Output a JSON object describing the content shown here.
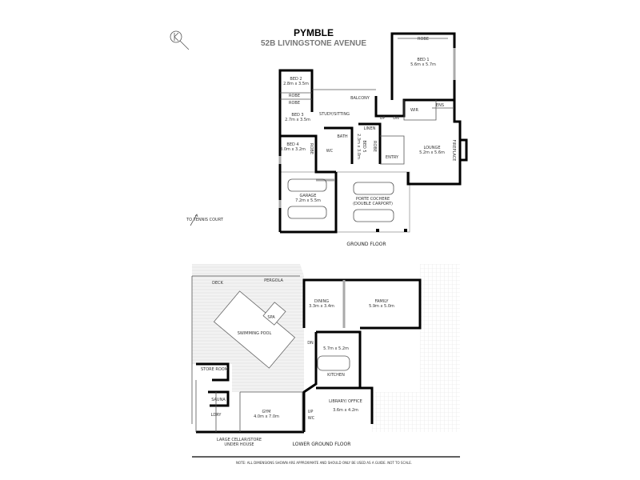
{
  "header": {
    "title": "PYMBLE",
    "address": "52B LIVINGSTONE AVENUE"
  },
  "compass": {
    "label": "N",
    "icon": "compass-icon"
  },
  "ground_floor": {
    "label": "GROUND FLOOR",
    "rooms": {
      "bed1": {
        "name": "BED 1",
        "size": "5.6m x 5.7m"
      },
      "bed1_robe": "ROBE",
      "bed2": {
        "name": "BED 2",
        "size": "2.8m x 3.5m"
      },
      "robe2": "ROBE",
      "robe3": "ROBE",
      "bed3": {
        "name": "BED 3",
        "size": "2.7m x 3.5m"
      },
      "study": "STUDY/SITTING",
      "balcony": "BALCONY",
      "wir": "WIR",
      "ens": "ENS",
      "linen": "LINEN",
      "bath": "BATH",
      "bed4": {
        "name": "BED 4",
        "size": "3.0m x 3.2m"
      },
      "robe4": "ROBE",
      "wc": "WC",
      "bed5": {
        "name": "BED 5",
        "size": "2.3m x 3.0m"
      },
      "robe5": "ROBE",
      "entry": "ENTRY",
      "lounge": {
        "name": "LOUNGE",
        "size": "5.2m x 5.6m"
      },
      "fireplace": "FIREPLACE",
      "garage": {
        "name": "GARAGE",
        "size": "7.2m x 5.5m"
      },
      "porte": {
        "name": "PORTE COCHERE",
        "size": "(DOUBLE CARPORT)"
      },
      "up": "UP",
      "dn": "DN"
    }
  },
  "lower_ground_floor": {
    "label": "LOWER GROUND FLOOR",
    "to_tennis": "TO TENNIS COURT",
    "rooms": {
      "deck": "DECK",
      "pergola": "PERGOLA",
      "spa": "SPA",
      "pool": "SWIMMING POOL",
      "dining": {
        "name": "DINING",
        "size": "3.3m x 3.4m"
      },
      "family": {
        "name": "FAMILY",
        "size": "5.9m x 5.0m"
      },
      "kitchen": {
        "name": "KITCHEN",
        "size": "5.7m x 5.2m"
      },
      "library": {
        "name": "LIBRARY/ OFFICE",
        "size": "3.6m x 4.2m"
      },
      "store": "STORE ROOM",
      "sauna": "SAUNA",
      "ldry": "LDRY",
      "gym": {
        "name": "GYM",
        "size": "4.0m x 7.0m"
      },
      "wc": "WC",
      "cellar": {
        "line1": "LARGE CELLAR/STORE",
        "line2": "UNDER HOUSE"
      },
      "up": "UP",
      "dn": "DN"
    }
  },
  "note": "NOTE: ALL DIMENSIONS SHOWN ARE APPROXIMATE AND SHOULD ONLY BE USED AS A GUIDE. NOT TO SCALE."
}
